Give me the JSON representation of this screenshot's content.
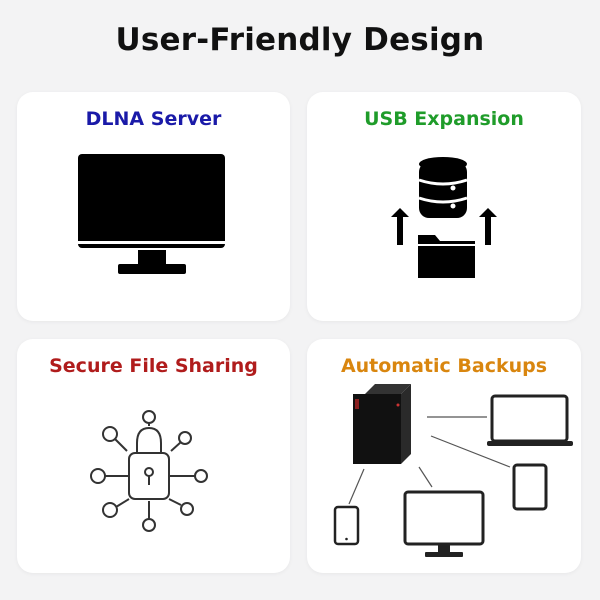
{
  "header": {
    "title": "User-Friendly Design"
  },
  "cards": [
    {
      "label": "DLNA Server",
      "color": "#1a1aa8",
      "icon": "monitor-icon"
    },
    {
      "label": "USB Expansion",
      "color": "#1f9c2a",
      "icon": "database-folder-icon"
    },
    {
      "label": "Secure File Sharing",
      "color": "#b01c1c",
      "icon": "lock-network-icon"
    },
    {
      "label": "Automatic Backups",
      "color": "#d9860f",
      "icon": "backup-devices-icon"
    }
  ]
}
